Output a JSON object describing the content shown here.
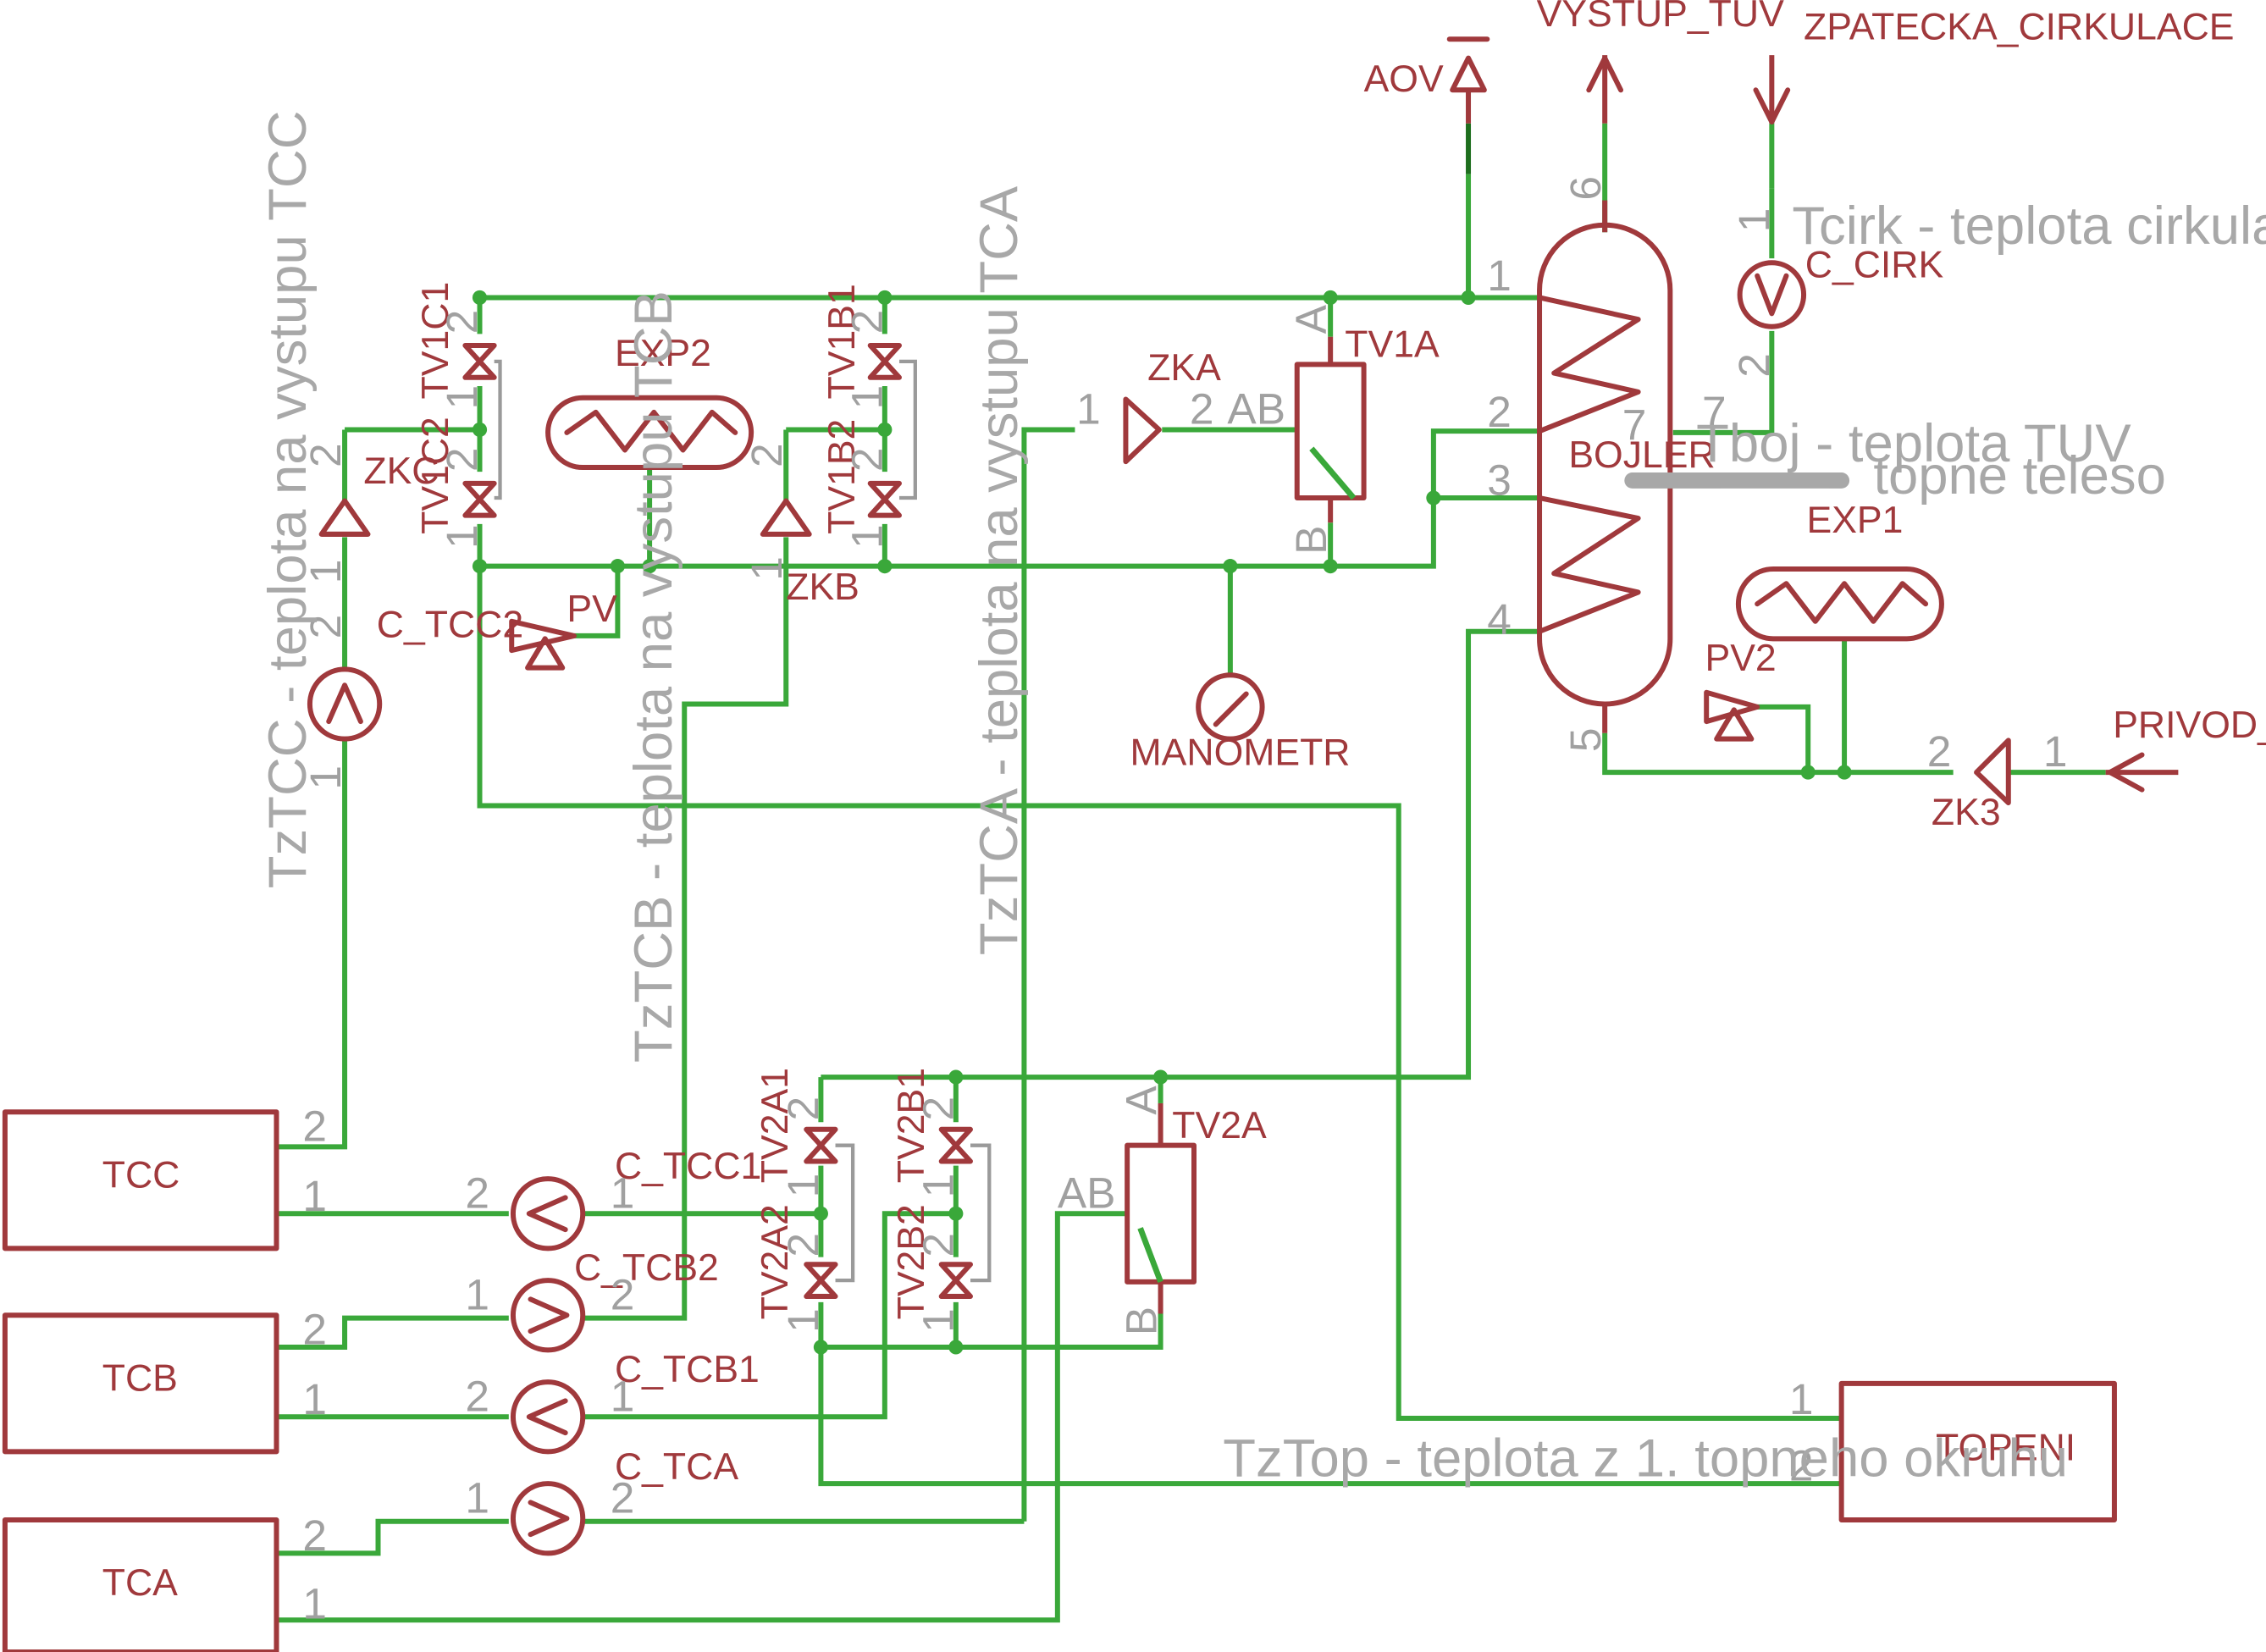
{
  "colors": {
    "symbol": "#a0393c",
    "wire": "#3aa83a",
    "note": "#a8a8a8",
    "background": "#ffffff"
  },
  "labels": {
    "aov": "AOV",
    "vystup_tuv": "VYSTUP_TUV",
    "zpatecka_cirkulace": "ZPATECKA_CIRKULACE",
    "c_cirk": "C_CIRK",
    "tv1c1": "TV1C1",
    "tv1c2": "TV1C2",
    "tv1b1": "TV1B1",
    "tv1b2": "TV1B2",
    "tv1a": "TV1A",
    "exp2": "EXP2",
    "exp1": "EXP1",
    "zkc": "ZKC",
    "zkb": "ZKB",
    "zka": "ZKA",
    "zk3": "ZK3",
    "pv": "PV",
    "pv2": "PV2",
    "c_tcc2": "C_TCC2",
    "manometr": "MANOMETR",
    "bojler": "BOJLER",
    "privod_suv": "PRIVOD_SUV",
    "tv2a1": "TV2A1",
    "tv2a2": "TV2A2",
    "tv2b1": "TV2B1",
    "tv2b2": "TV2B2",
    "tv2a": "TV2A",
    "c_tcc1": "C_TCC1",
    "c_tcb2": "C_TCB2",
    "c_tcb1": "C_TCB1",
    "c_tca": "C_TCA",
    "tcc": "TCC",
    "tcb": "TCB",
    "tca": "TCA",
    "topeni": "TOPENI"
  },
  "pins": {
    "one": "1",
    "two": "2",
    "three": "3",
    "four": "4",
    "five": "5",
    "six": "6",
    "seven": "7",
    "a": "A",
    "b": "B",
    "ab": "AB"
  },
  "notes": {
    "tcirk": "Tcirk - teplota cirkulace",
    "tboj": "Tboj - teplota TUV",
    "topne_teleso": "topne teleso",
    "tztcc": "TzTCC - teplota na vystupu TCC",
    "tztcb": "TzTCB - teplota na vystupu TCB",
    "tztca": "TzTCA - teplota na vystupu TCA",
    "tztop": "TzTop - teplota z 1. topneho okruhu"
  }
}
